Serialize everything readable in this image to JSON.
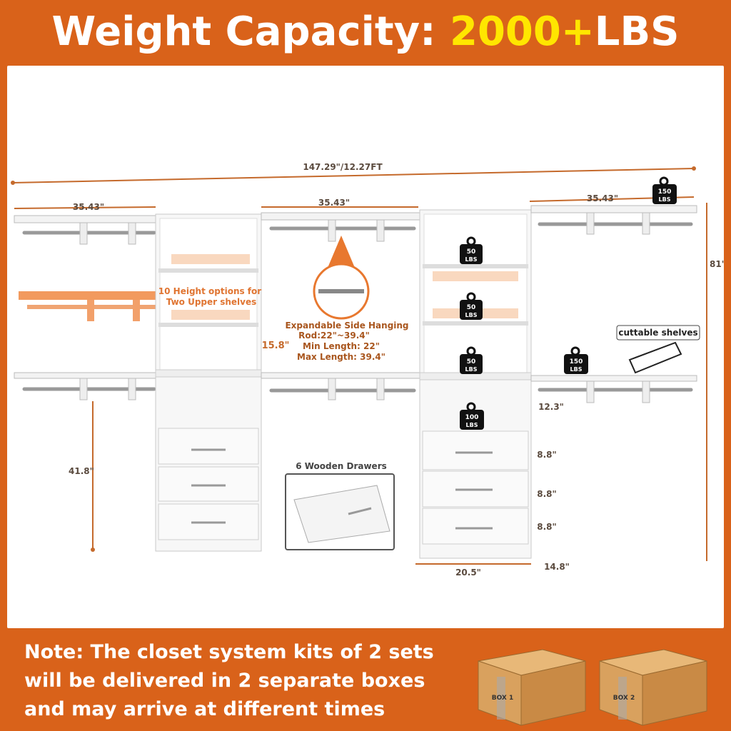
{
  "header": {
    "title_prefix": "Weight Capacity:",
    "title_highlight": "2000+",
    "title_suffix": "LBS"
  },
  "dimensions": {
    "total_width": "147.29\"/12.27FT",
    "shelf_left": "35.43\"",
    "shelf_mid": "35.43\"",
    "shelf_right": "35.43\"",
    "height_total": "81\"",
    "tower_gap": "15.8\"",
    "lower_height": "41.8\"",
    "shelf_depth": "12.3\"",
    "drawer_h1": "8.8\"",
    "drawer_h2": "8.8\"",
    "drawer_h3": "8.8\"",
    "tower_width": "20.5\"",
    "tower_depth": "14.8\""
  },
  "callouts": {
    "height_options_line1": "10 Height options for",
    "height_options_line2": "Two Upper shelves",
    "hanging_title": "Expandable Side Hanging",
    "hanging_rod": "Rod:22\"~39.4\"",
    "hanging_min": "Min Length: 22\"",
    "hanging_max": "Max Length: 39.4\"",
    "cuttable": "cuttable shelves",
    "drawers": "6 Wooden Drawers"
  },
  "weights": {
    "w1_num": "150",
    "w1_unit": "LBS",
    "w2_num": "50",
    "w2_unit": "LBS",
    "w3_num": "50",
    "w3_unit": "LBS",
    "w4_num": "50",
    "w4_unit": "LBS",
    "w5_num": "150",
    "w5_unit": "LBS",
    "w6_num": "100",
    "w6_unit": "LBS"
  },
  "footer": {
    "note_line1": "Note:  The closet system kits of 2 sets",
    "note_line2": "will be delivered in 2 separate boxes",
    "note_line3": "and may arrive at different times",
    "box1_label": "BOX 1",
    "box2_label": "BOX 2"
  },
  "colors": {
    "accent": "#d9621a",
    "highlight": "#ffe600",
    "panel": "#ffffff"
  }
}
